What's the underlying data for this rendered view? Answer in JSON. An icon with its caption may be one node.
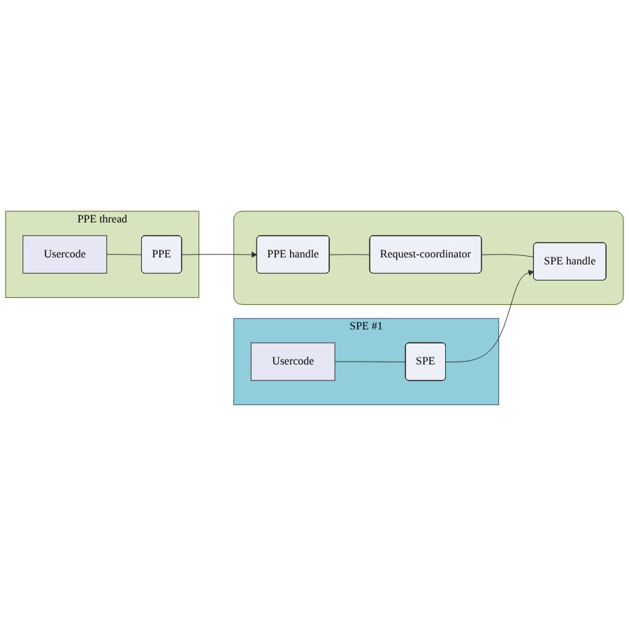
{
  "diagram": {
    "nodes": [
      {
        "text": [
          "PPE thread"
        ]
      },
      {
        "text": [
          "Usercode"
        ],
        "in": 0
      },
      {
        "text": [
          "PPE"
        ],
        "in": 0
      },
      {
        "text": [
          "SPE #1"
        ]
      },
      {
        "text": [
          "Usercode"
        ],
        "in": 3
      },
      {
        "text": [
          "SPE"
        ],
        "in": 3
      },
      {
        "text": [],
        "shape": "box"
      },
      {
        "text": [
          "PPE handle"
        ],
        "in": 6
      },
      {
        "text": [
          "Request-coordinator"
        ],
        "in": 6
      },
      {
        "text": [
          "SPE handle"
        ],
        "in": 6
      }
    ],
    "edges": [
      {
        "from": 1,
        "to": 2,
        "arrow": "none"
      },
      {
        "from": 2,
        "to": 7,
        "arrow": "to"
      },
      {
        "from": 7,
        "to": 8,
        "arrow": "none"
      },
      {
        "from": 8,
        "to": 9,
        "arrow": "none"
      },
      {
        "from": 4,
        "to": 5,
        "arrow": "none"
      },
      {
        "from": 5,
        "to": 9,
        "arrow": "to"
      }
    ]
  }
}
